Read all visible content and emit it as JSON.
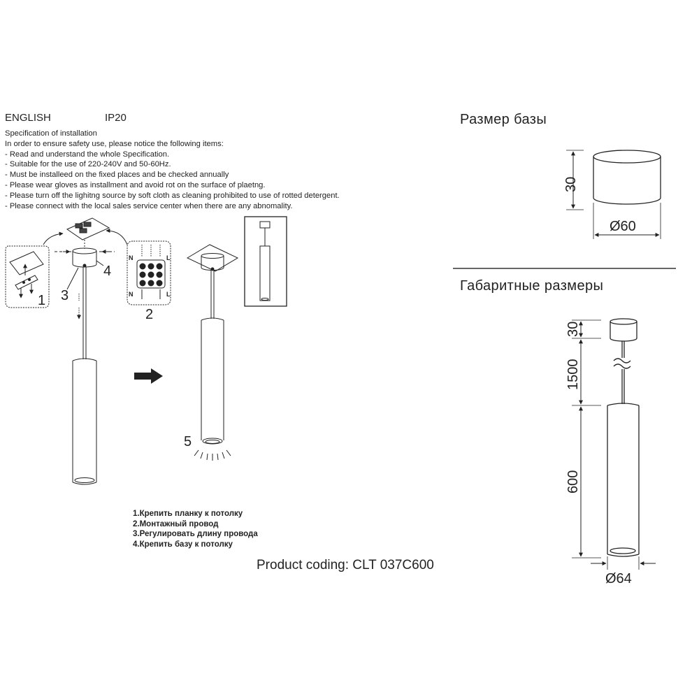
{
  "spec": {
    "language": "ENGLISH",
    "ip_rating": "IP20",
    "lines": [
      "Specification of installation",
      "In order to ensure safety use, please notice the following items:",
      "- Read and understand the whole Specification.",
      "- Suitable for the use of 220-240V and 50-60Hz.",
      "- Must be installeed on the fixed places and be checked annually",
      "- Please wear gloves as installment and avoid rot on the surface of plaetng.",
      "- Please turn off the lighitng source by soft cloth as cleaning prohibited to use of rotted detergent.",
      "- Please connect with the local sales service center when there are any abnomality."
    ]
  },
  "base_size": {
    "heading": "Размер базы",
    "height_label": "30",
    "diameter_label": "Ø60"
  },
  "overall_dims": {
    "heading": "Габаритные размеры",
    "base_height_label": "30",
    "cable_label": "1500",
    "body_label": "600",
    "diameter_label": "Ø64"
  },
  "callouts": {
    "n1": "1",
    "n2": "2",
    "n3": "3",
    "n4": "4",
    "n5": "5",
    "terminal_n": "N",
    "terminal_l": "L"
  },
  "steps": [
    "1.Крепить планку к потолку",
    "2.Монтажный провод",
    "3.Регулировать длину провода",
    "4.Крепить базу к потолку"
  ],
  "product_coding": "Product coding: CLT 037C600"
}
